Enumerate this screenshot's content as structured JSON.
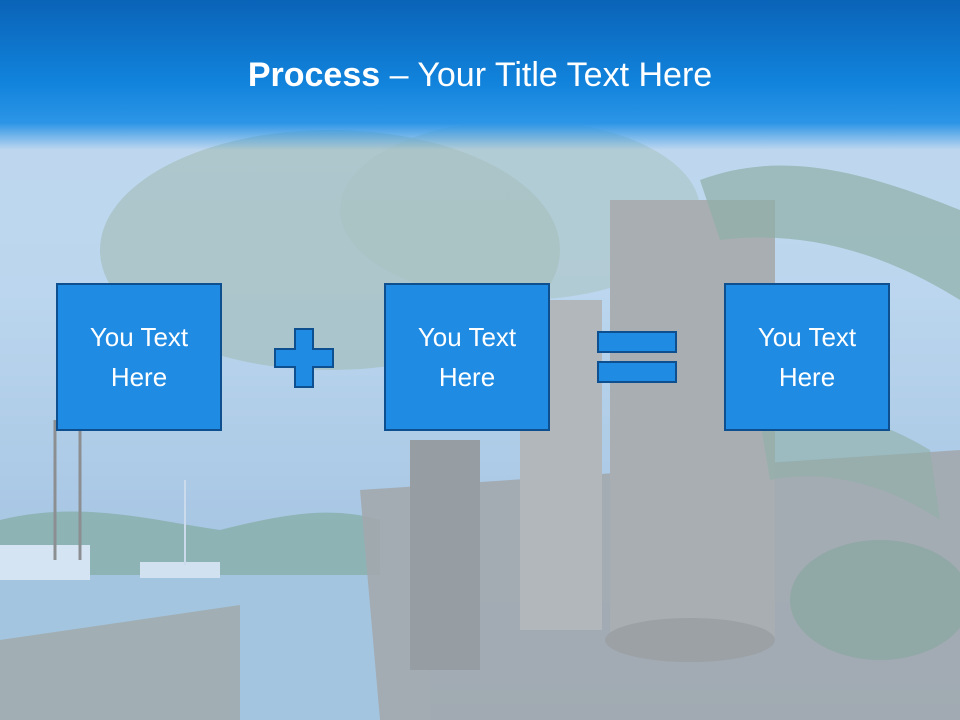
{
  "slide": {
    "title_bold": "Process",
    "title_rest": " – Your Title Text Here"
  },
  "boxes": [
    {
      "text": "You Text Here"
    },
    {
      "text": "You Text Here"
    },
    {
      "text": "You Text Here"
    }
  ],
  "operators": [
    "plus-icon",
    "equals-icon"
  ],
  "colors": {
    "header": "#1183dc",
    "box_fill": "#1f8be3",
    "box_border": "#0d4f8f",
    "text": "#ffffff"
  }
}
